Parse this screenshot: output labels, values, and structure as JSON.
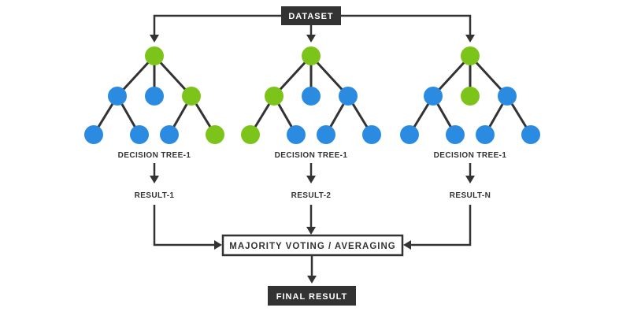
{
  "colors": {
    "blue_node": "#2b8be0",
    "green_node": "#7dc41a",
    "dark": "#333333",
    "background": "#ffffff"
  },
  "dataset": {
    "label": "DATASET"
  },
  "trees": [
    {
      "label": "DECISION TREE-1",
      "result": "RESULT-1",
      "node_colors": {
        "root": "green",
        "mid": [
          "blue",
          "blue",
          "green"
        ],
        "leaves": [
          "blue",
          "blue",
          "blue",
          "green"
        ]
      }
    },
    {
      "label": "DECISION TREE-1",
      "result": "RESULT-2",
      "node_colors": {
        "root": "green",
        "mid": [
          "green",
          "blue",
          "blue"
        ],
        "leaves": [
          "green",
          "blue",
          "blue",
          "blue"
        ]
      }
    },
    {
      "label": "DECISION TREE-1",
      "result": "RESULT-N",
      "node_colors": {
        "root": "green",
        "mid": [
          "blue",
          "green",
          "blue"
        ],
        "leaves": [
          "blue",
          "blue",
          "blue",
          "blue"
        ]
      }
    }
  ],
  "voting": {
    "label": "MAJORITY VOTING / AVERAGING"
  },
  "final": {
    "label": "FINAL RESULT"
  }
}
